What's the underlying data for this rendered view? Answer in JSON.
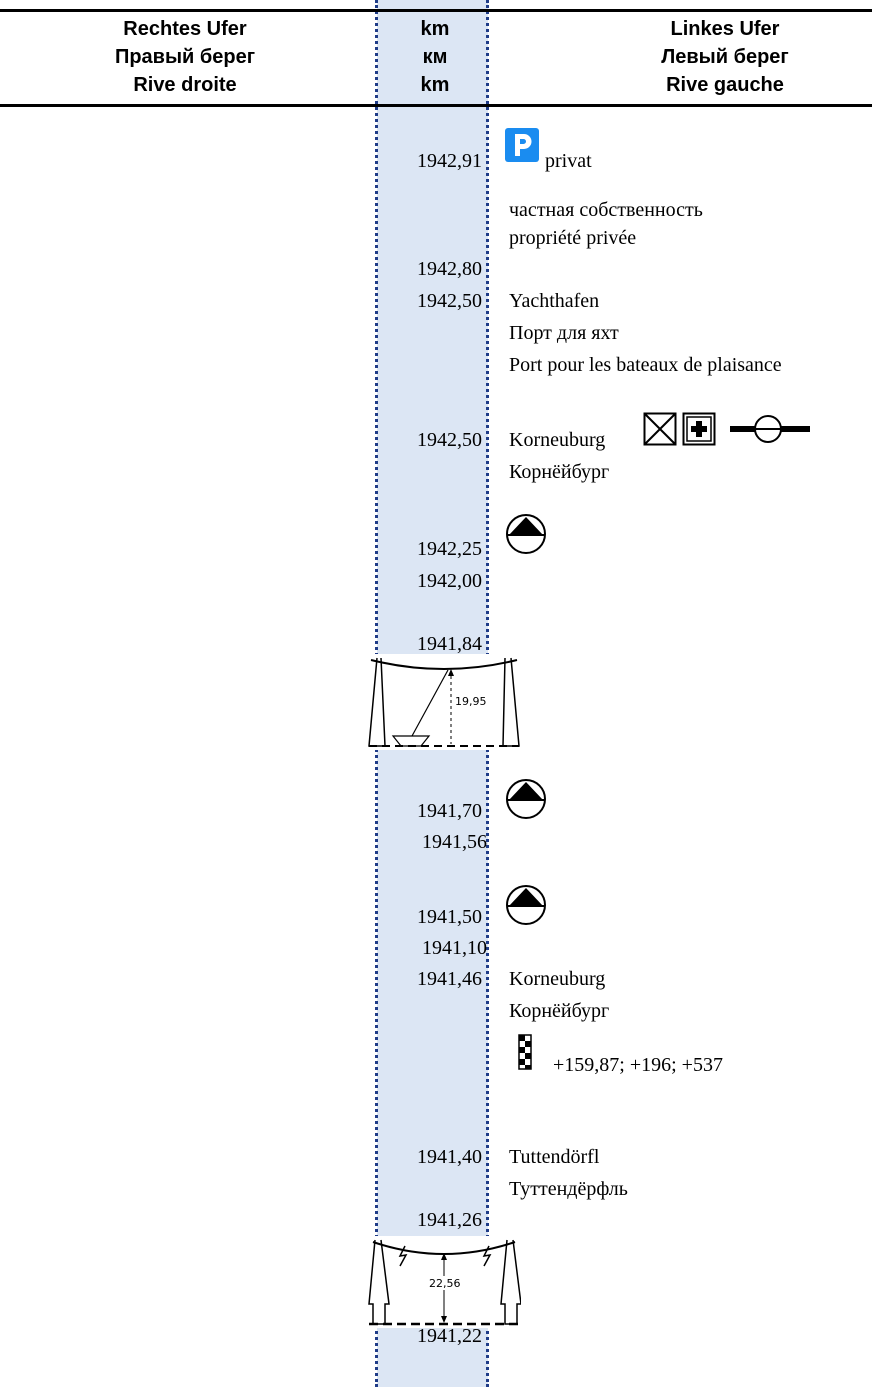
{
  "header": {
    "right_bank": [
      "Rechtes Ufer",
      "Правый берег",
      "Rive droite"
    ],
    "km": [
      "km",
      "км",
      "km"
    ],
    "left_bank": [
      "Linkes Ufer",
      "Левый берег",
      "Rive gauche"
    ]
  },
  "entries": [
    {
      "km": "1942,91",
      "text": "privat"
    },
    {
      "km": "",
      "text": "частная собственность"
    },
    {
      "km": "",
      "text": "propriété privée"
    },
    {
      "km": "1942,80",
      "text": ""
    },
    {
      "km": "1942,50",
      "text": "Yachthafen"
    },
    {
      "km": "",
      "text": "Порт для яхт"
    },
    {
      "km": "",
      "text": "Port pour les bateaux de plaisance"
    },
    {
      "km": "1942,50",
      "text": "Korneuburg"
    },
    {
      "km": "",
      "text": "Корнёйбург"
    },
    {
      "km": "1942,25",
      "text": ""
    },
    {
      "km": "1942,00",
      "text": ""
    },
    {
      "km": "1941,84",
      "text": ""
    },
    {
      "km": "1941,70",
      "text": ""
    },
    {
      "km": "1941,56",
      "text": ""
    },
    {
      "km": "1941,50",
      "text": ""
    },
    {
      "km": "1941,10",
      "text": ""
    },
    {
      "km": "1941,46",
      "text": "Korneuburg"
    },
    {
      "km": "",
      "text": "Корнёйбург"
    },
    {
      "km": "",
      "text": "+159,87; +196; +537"
    },
    {
      "km": "1941,40",
      "text": "Tuttendörfl"
    },
    {
      "km": "",
      "text": "Туттендёрфль"
    },
    {
      "km": "1941,26",
      "text": ""
    },
    {
      "km": "1941,22",
      "text": ""
    }
  ],
  "cables": [
    {
      "clearance": "19,95"
    },
    {
      "clearance": "22,56"
    }
  ],
  "icons": [
    "parking-icon",
    "crossed-box-icon",
    "first-aid-icon",
    "pipeline-crossing-icon",
    "triangle-circle-icon",
    "checkered-gauge-icon",
    "ferry-cable-icon",
    "power-line-icon"
  ],
  "colors": {
    "km_band": "#dce6f4",
    "dotted_line": "#1f3c88",
    "parking": "#1a8cf0"
  }
}
